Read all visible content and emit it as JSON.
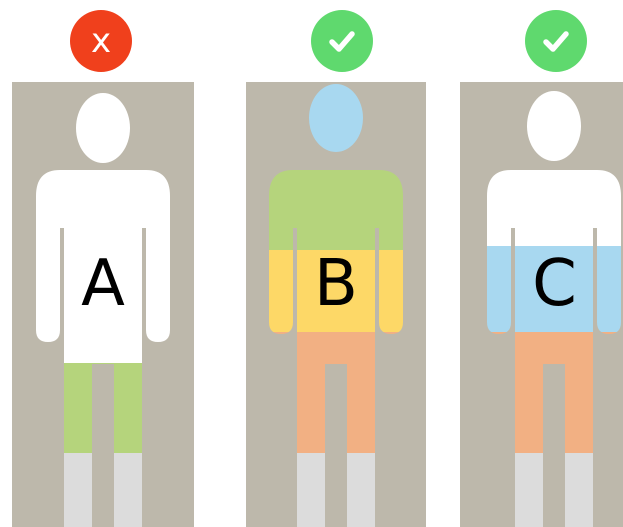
{
  "panels": [
    {
      "letter": "A",
      "status": "incorrect",
      "badge": {
        "icon": "x-icon",
        "glyph": "x",
        "color": "#f0401c"
      }
    },
    {
      "letter": "B",
      "status": "correct",
      "badge": {
        "icon": "check-icon",
        "color": "#5fd96e"
      }
    },
    {
      "letter": "C",
      "status": "correct",
      "badge": {
        "icon": "check-icon",
        "color": "#5fd96e"
      }
    }
  ],
  "colors": {
    "panel_background": "#bdb8ab",
    "body": "#ffffff",
    "head_blue": "#a8d8f0",
    "green": "#b5d47c",
    "yellow": "#fdd867",
    "orange": "#f2b083",
    "grey": "#dcdcdc",
    "light_blue": "#a8d8f0"
  }
}
